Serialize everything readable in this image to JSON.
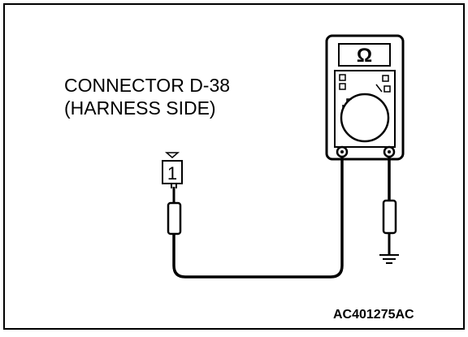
{
  "connector": {
    "title": "CONNECTOR D-38",
    "subtitle": "(HARNESS SIDE)",
    "terminal_number": "1"
  },
  "meter": {
    "display_symbol": "Ω"
  },
  "figure_id": "AC401275AC",
  "colors": {
    "line": "#000000",
    "background": "#ffffff"
  }
}
